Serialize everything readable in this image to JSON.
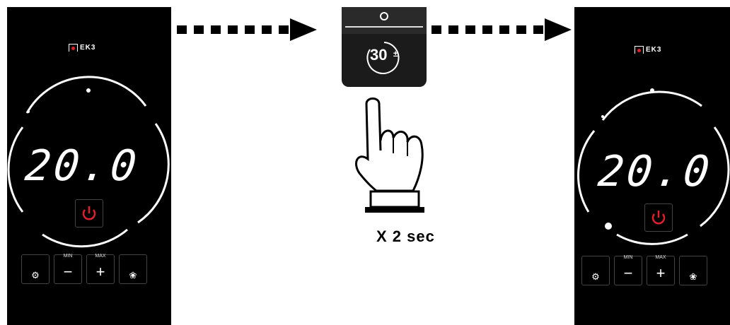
{
  "left_panel": {
    "logo": "EK3",
    "temperature": "20.0",
    "buttons": [
      {
        "caption": "",
        "glyph": "⚙"
      },
      {
        "caption": "MIN",
        "glyph": "−"
      },
      {
        "caption": "MAX",
        "glyph": "+"
      },
      {
        "caption": "",
        "glyph": "❀"
      }
    ]
  },
  "right_panel": {
    "logo": "EK3",
    "temperature": "20.0",
    "buttons": [
      {
        "caption": "",
        "glyph": "⚙"
      },
      {
        "caption": "MIN",
        "glyph": "−"
      },
      {
        "caption": "MAX",
        "glyph": "+"
      },
      {
        "caption": "",
        "glyph": "❀"
      }
    ]
  },
  "timer": {
    "value": "30",
    "suffix": "±"
  },
  "action": {
    "duration_label": "X 2 sec"
  },
  "colors": {
    "panel_bg": "#000000",
    "power_red": "#e0202a",
    "timer_bg": "#1b1b1b"
  }
}
